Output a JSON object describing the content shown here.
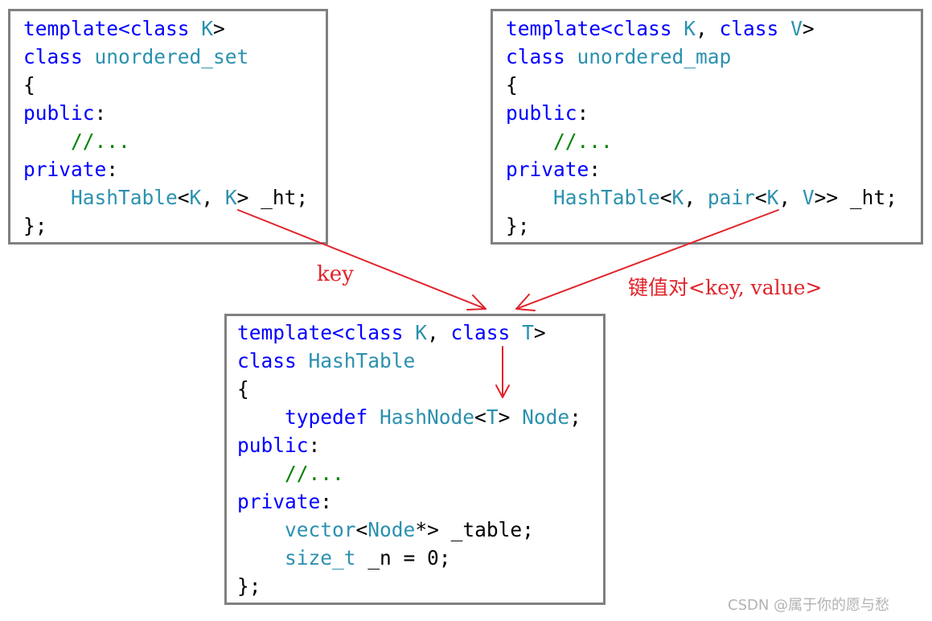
{
  "colors": {
    "keyword": "#0000ff",
    "type": "#2b91af",
    "comment": "#008000",
    "text": "#000000",
    "arrow": "#e0242b",
    "border": "#808080",
    "watermark": "#b3b3b3"
  },
  "boxes": {
    "unordered_set": {
      "lines": [
        [
          {
            "t": "template<class ",
            "c": "kw"
          },
          {
            "t": "K",
            "c": "ty"
          },
          {
            "t": ">",
            "c": "pl"
          }
        ],
        [
          {
            "t": "class ",
            "c": "kw"
          },
          {
            "t": "unordered_set",
            "c": "ty"
          }
        ],
        [
          {
            "t": "{",
            "c": "pl"
          }
        ],
        [
          {
            "t": "public",
            "c": "kw"
          },
          {
            "t": ":",
            "c": "pl"
          }
        ],
        [
          {
            "t": "    ",
            "c": "pl"
          },
          {
            "t": "//...",
            "c": "cm"
          }
        ],
        [
          {
            "t": "private",
            "c": "kw"
          },
          {
            "t": ":",
            "c": "pl"
          }
        ],
        [
          {
            "t": "    ",
            "c": "pl"
          },
          {
            "t": "HashTable",
            "c": "ty"
          },
          {
            "t": "<",
            "c": "pl"
          },
          {
            "t": "K",
            "c": "ty"
          },
          {
            "t": ", ",
            "c": "pl"
          },
          {
            "t": "K",
            "c": "ty"
          },
          {
            "t": "> _ht;",
            "c": "pl"
          }
        ],
        [
          {
            "t": "};",
            "c": "pl"
          }
        ]
      ]
    },
    "unordered_map": {
      "lines": [
        [
          {
            "t": "template<class ",
            "c": "kw"
          },
          {
            "t": "K",
            "c": "ty"
          },
          {
            "t": ", ",
            "c": "pl"
          },
          {
            "t": "class ",
            "c": "kw"
          },
          {
            "t": "V",
            "c": "ty"
          },
          {
            "t": ">",
            "c": "pl"
          }
        ],
        [
          {
            "t": "class ",
            "c": "kw"
          },
          {
            "t": "unordered_map",
            "c": "ty"
          }
        ],
        [
          {
            "t": "{",
            "c": "pl"
          }
        ],
        [
          {
            "t": "public",
            "c": "kw"
          },
          {
            "t": ":",
            "c": "pl"
          }
        ],
        [
          {
            "t": "    ",
            "c": "pl"
          },
          {
            "t": "//...",
            "c": "cm"
          }
        ],
        [
          {
            "t": "private",
            "c": "kw"
          },
          {
            "t": ":",
            "c": "pl"
          }
        ],
        [
          {
            "t": "    ",
            "c": "pl"
          },
          {
            "t": "HashTable",
            "c": "ty"
          },
          {
            "t": "<",
            "c": "pl"
          },
          {
            "t": "K",
            "c": "ty"
          },
          {
            "t": ", ",
            "c": "pl"
          },
          {
            "t": "pair",
            "c": "ty"
          },
          {
            "t": "<",
            "c": "pl"
          },
          {
            "t": "K",
            "c": "ty"
          },
          {
            "t": ", ",
            "c": "pl"
          },
          {
            "t": "V",
            "c": "ty"
          },
          {
            "t": ">> _ht;",
            "c": "pl"
          }
        ],
        [
          {
            "t": "};",
            "c": "pl"
          }
        ]
      ]
    },
    "hashtable": {
      "lines": [
        [
          {
            "t": "template<class ",
            "c": "kw"
          },
          {
            "t": "K",
            "c": "ty"
          },
          {
            "t": ", ",
            "c": "pl"
          },
          {
            "t": "class ",
            "c": "kw"
          },
          {
            "t": "T",
            "c": "ty"
          },
          {
            "t": ">",
            "c": "pl"
          }
        ],
        [
          {
            "t": "class ",
            "c": "kw"
          },
          {
            "t": "HashTable",
            "c": "ty"
          }
        ],
        [
          {
            "t": "{",
            "c": "pl"
          }
        ],
        [
          {
            "t": "    ",
            "c": "pl"
          },
          {
            "t": "typedef ",
            "c": "kw"
          },
          {
            "t": "HashNode",
            "c": "ty"
          },
          {
            "t": "<",
            "c": "pl"
          },
          {
            "t": "T",
            "c": "ty"
          },
          {
            "t": "> ",
            "c": "pl"
          },
          {
            "t": "Node",
            "c": "ty"
          },
          {
            "t": ";",
            "c": "pl"
          }
        ],
        [
          {
            "t": "public",
            "c": "kw"
          },
          {
            "t": ":",
            "c": "pl"
          }
        ],
        [
          {
            "t": "    ",
            "c": "pl"
          },
          {
            "t": "//...",
            "c": "cm"
          }
        ],
        [
          {
            "t": "private",
            "c": "kw"
          },
          {
            "t": ":",
            "c": "pl"
          }
        ],
        [
          {
            "t": "    ",
            "c": "pl"
          },
          {
            "t": "vector",
            "c": "ty"
          },
          {
            "t": "<",
            "c": "pl"
          },
          {
            "t": "Node",
            "c": "ty"
          },
          {
            "t": "*> _table;",
            "c": "pl"
          }
        ],
        [
          {
            "t": "    ",
            "c": "pl"
          },
          {
            "t": "size_t",
            "c": "ty"
          },
          {
            "t": " _n = 0;",
            "c": "pl"
          }
        ],
        [
          {
            "t": "};",
            "c": "pl"
          }
        ]
      ]
    }
  },
  "labels": {
    "key": "key",
    "pair": "键值对<key, value>"
  },
  "watermark": "CSDN @属于你的愿与愁"
}
